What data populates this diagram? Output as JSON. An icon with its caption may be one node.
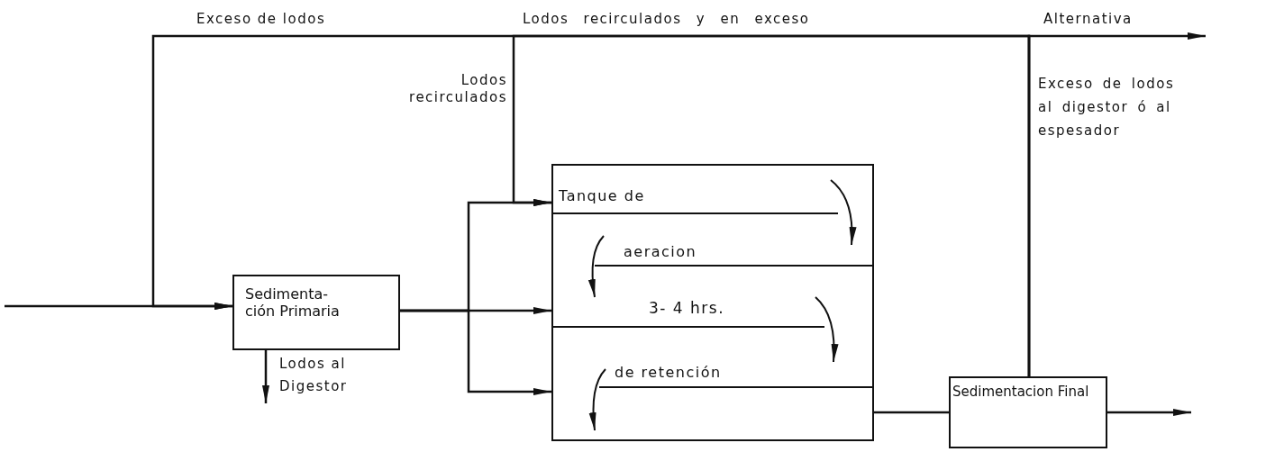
{
  "diagram": {
    "nodes": [
      {
        "text": [
          "Sedimenta- ción Primaria"
        ]
      },
      {
        "text": [
          "Tanque de",
          "aeracion",
          "3- 4 hrs.",
          "de retención"
        ]
      },
      {
        "text": [
          "Sedimentacion Final"
        ]
      }
    ],
    "edges": [
      {
        "from": null,
        "to": 0,
        "arrow": "to"
      },
      {
        "from": 0,
        "to": 1,
        "arrow": "to"
      },
      {
        "from": 1,
        "to": 2,
        "arrow": "none"
      },
      {
        "from": 2,
        "to": null,
        "arrow": "to"
      },
      {
        "from": 2,
        "to": 0,
        "arrow": "to",
        "label": "Exceso de lodos"
      },
      {
        "from": 2,
        "to": 1,
        "arrow": "to",
        "label": "Lodos recirculados"
      },
      {
        "from": 2,
        "to": null,
        "arrow": "to",
        "label": "Alternativa"
      },
      {
        "from": 0,
        "to": null,
        "arrow": "to",
        "label": "Lodos al Digestor"
      },
      {
        "from": 0,
        "to": 1,
        "arrow": "to"
      },
      {
        "from": 0,
        "to": 1,
        "arrow": "to"
      }
    ],
    "labels": [
      "Lodos recirculados y en exceso",
      "Exceso de lodos al digestor ó al espesador"
    ]
  }
}
